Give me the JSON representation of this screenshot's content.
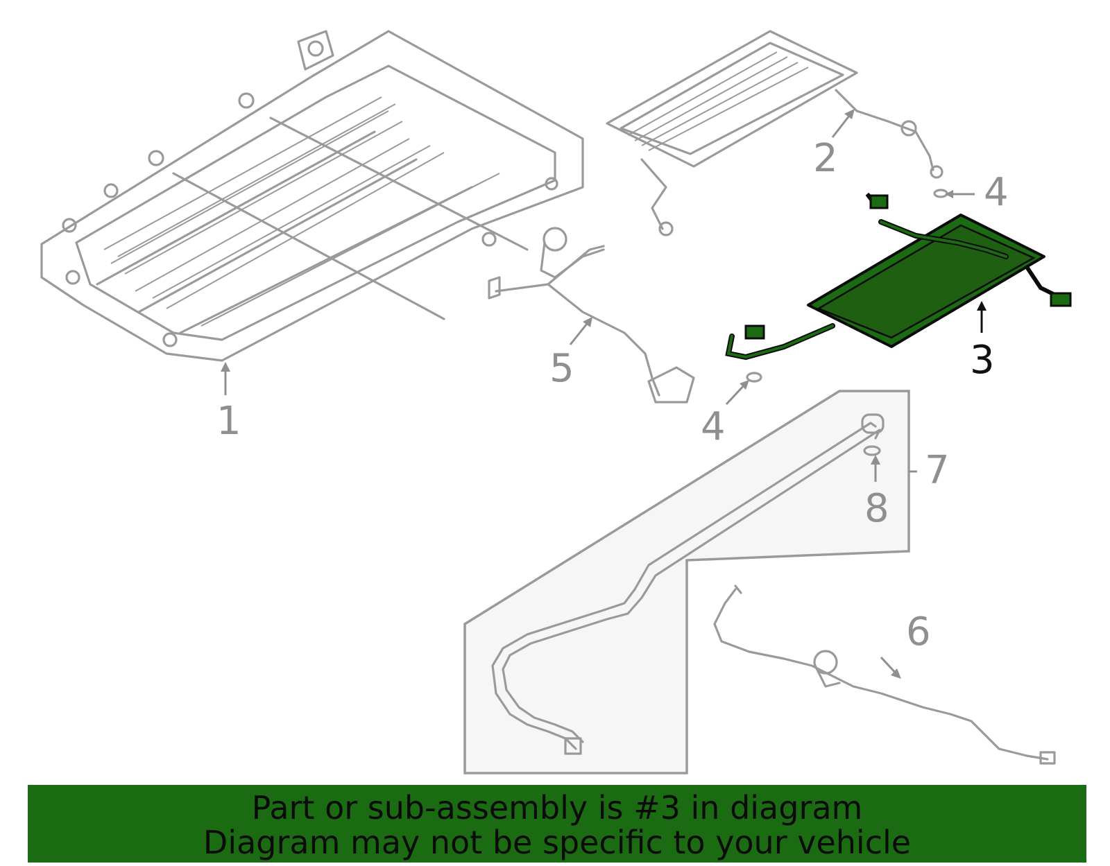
{
  "diagram": {
    "callouts": [
      {
        "id": "1",
        "text": "1",
        "highlight": false
      },
      {
        "id": "2",
        "text": "2",
        "highlight": false
      },
      {
        "id": "3",
        "text": "3",
        "highlight": true
      },
      {
        "id": "4a",
        "text": "4",
        "highlight": false
      },
      {
        "id": "4b",
        "text": "4",
        "highlight": false
      },
      {
        "id": "5",
        "text": "5",
        "highlight": false
      },
      {
        "id": "6",
        "text": "6",
        "highlight": false
      },
      {
        "id": "7",
        "text": "7",
        "highlight": false
      },
      {
        "id": "8",
        "text": "8",
        "highlight": false
      }
    ],
    "highlight_color": "#1b6b12",
    "line_color": "#9a9a9a"
  },
  "banner": {
    "line1": "Part or sub-assembly is #3 in diagram",
    "line2": "Diagram may not be specific to your vehicle",
    "background": "#1b6b12"
  }
}
